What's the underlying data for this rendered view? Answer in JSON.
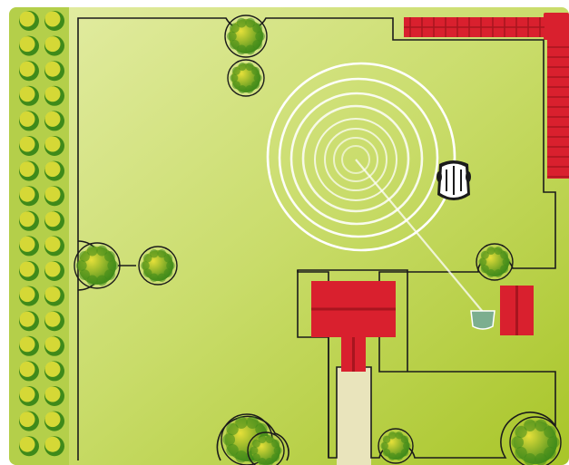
{
  "diagram": {
    "title": "",
    "colors": {
      "lawn_light": "#e4eda6",
      "lawn_mid": "#c9dc6a",
      "lawn_dark": "#a8c528",
      "hedge_ground": "#b4cf4a",
      "boundary_wire": "#1b1b1b",
      "building_red": "#d9202e",
      "building_dark": "#a8151f",
      "path_beige": "#e9e4bc",
      "spiral_white": "#ffffff",
      "station_green": "#7cae8f",
      "tree_yellow": "#e6e03a",
      "tree_green": "#3f8a1a",
      "mower_white": "#ffffff"
    },
    "elements": [
      {
        "name": "lawn",
        "icon": "lawn-area"
      },
      {
        "name": "boundary-wire",
        "icon": "wire-loop"
      },
      {
        "name": "spiral-cut-pattern",
        "icon": "spiral-rings",
        "rings": 8
      },
      {
        "name": "robotic-mower",
        "icon": "mower-icon"
      },
      {
        "name": "charging-station",
        "icon": "station-icon"
      },
      {
        "name": "guide-wire",
        "icon": "guide-line"
      },
      {
        "name": "house",
        "icon": "house-icon"
      },
      {
        "name": "shed",
        "icon": "shed-icon"
      },
      {
        "name": "paved-path",
        "icon": "path-area"
      },
      {
        "name": "brick-wall",
        "icon": "wall-icon"
      },
      {
        "name": "hedge-row",
        "icon": "shrub-row"
      },
      {
        "name": "trees",
        "icon": "tree-icon",
        "count": 9
      }
    ]
  }
}
